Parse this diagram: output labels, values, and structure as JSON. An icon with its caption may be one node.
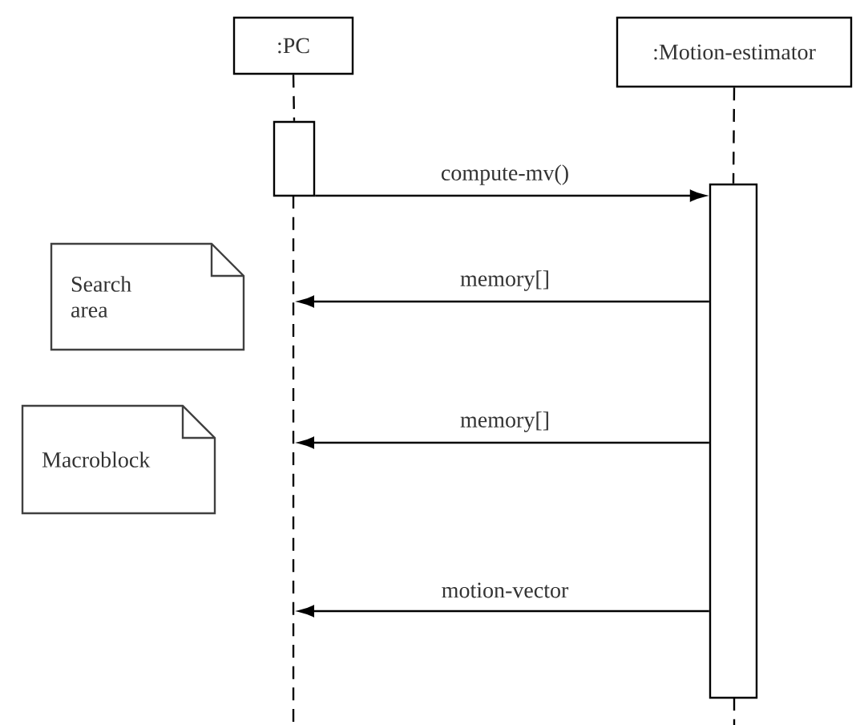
{
  "diagram": {
    "nodes": [
      {
        "text": [
          ":PC"
        ]
      },
      {
        "text": [
          ":Motion-estimator"
        ]
      },
      {
        "text": [
          "Search area"
        ]
      },
      {
        "text": [
          "Macroblock"
        ]
      },
      {
        "text": [],
        "shape": "bar"
      },
      {
        "text": [],
        "shape": "bar"
      }
    ],
    "edges": [
      {
        "from": 0,
        "to": 4,
        "arrow": "none",
        "style": "dashed"
      },
      {
        "from": 1,
        "to": 5,
        "arrow": "none",
        "style": "dashed"
      },
      {
        "from": 4,
        "to": 5,
        "arrow": "to",
        "label": "compute-mv()"
      },
      {
        "from": 5,
        "to": null,
        "arrow": "to",
        "label": "memory[]"
      },
      {
        "from": 5,
        "to": null,
        "arrow": "to",
        "label": "memory[]"
      },
      {
        "from": 5,
        "to": null,
        "arrow": "to",
        "label": "motion-vector"
      }
    ]
  }
}
